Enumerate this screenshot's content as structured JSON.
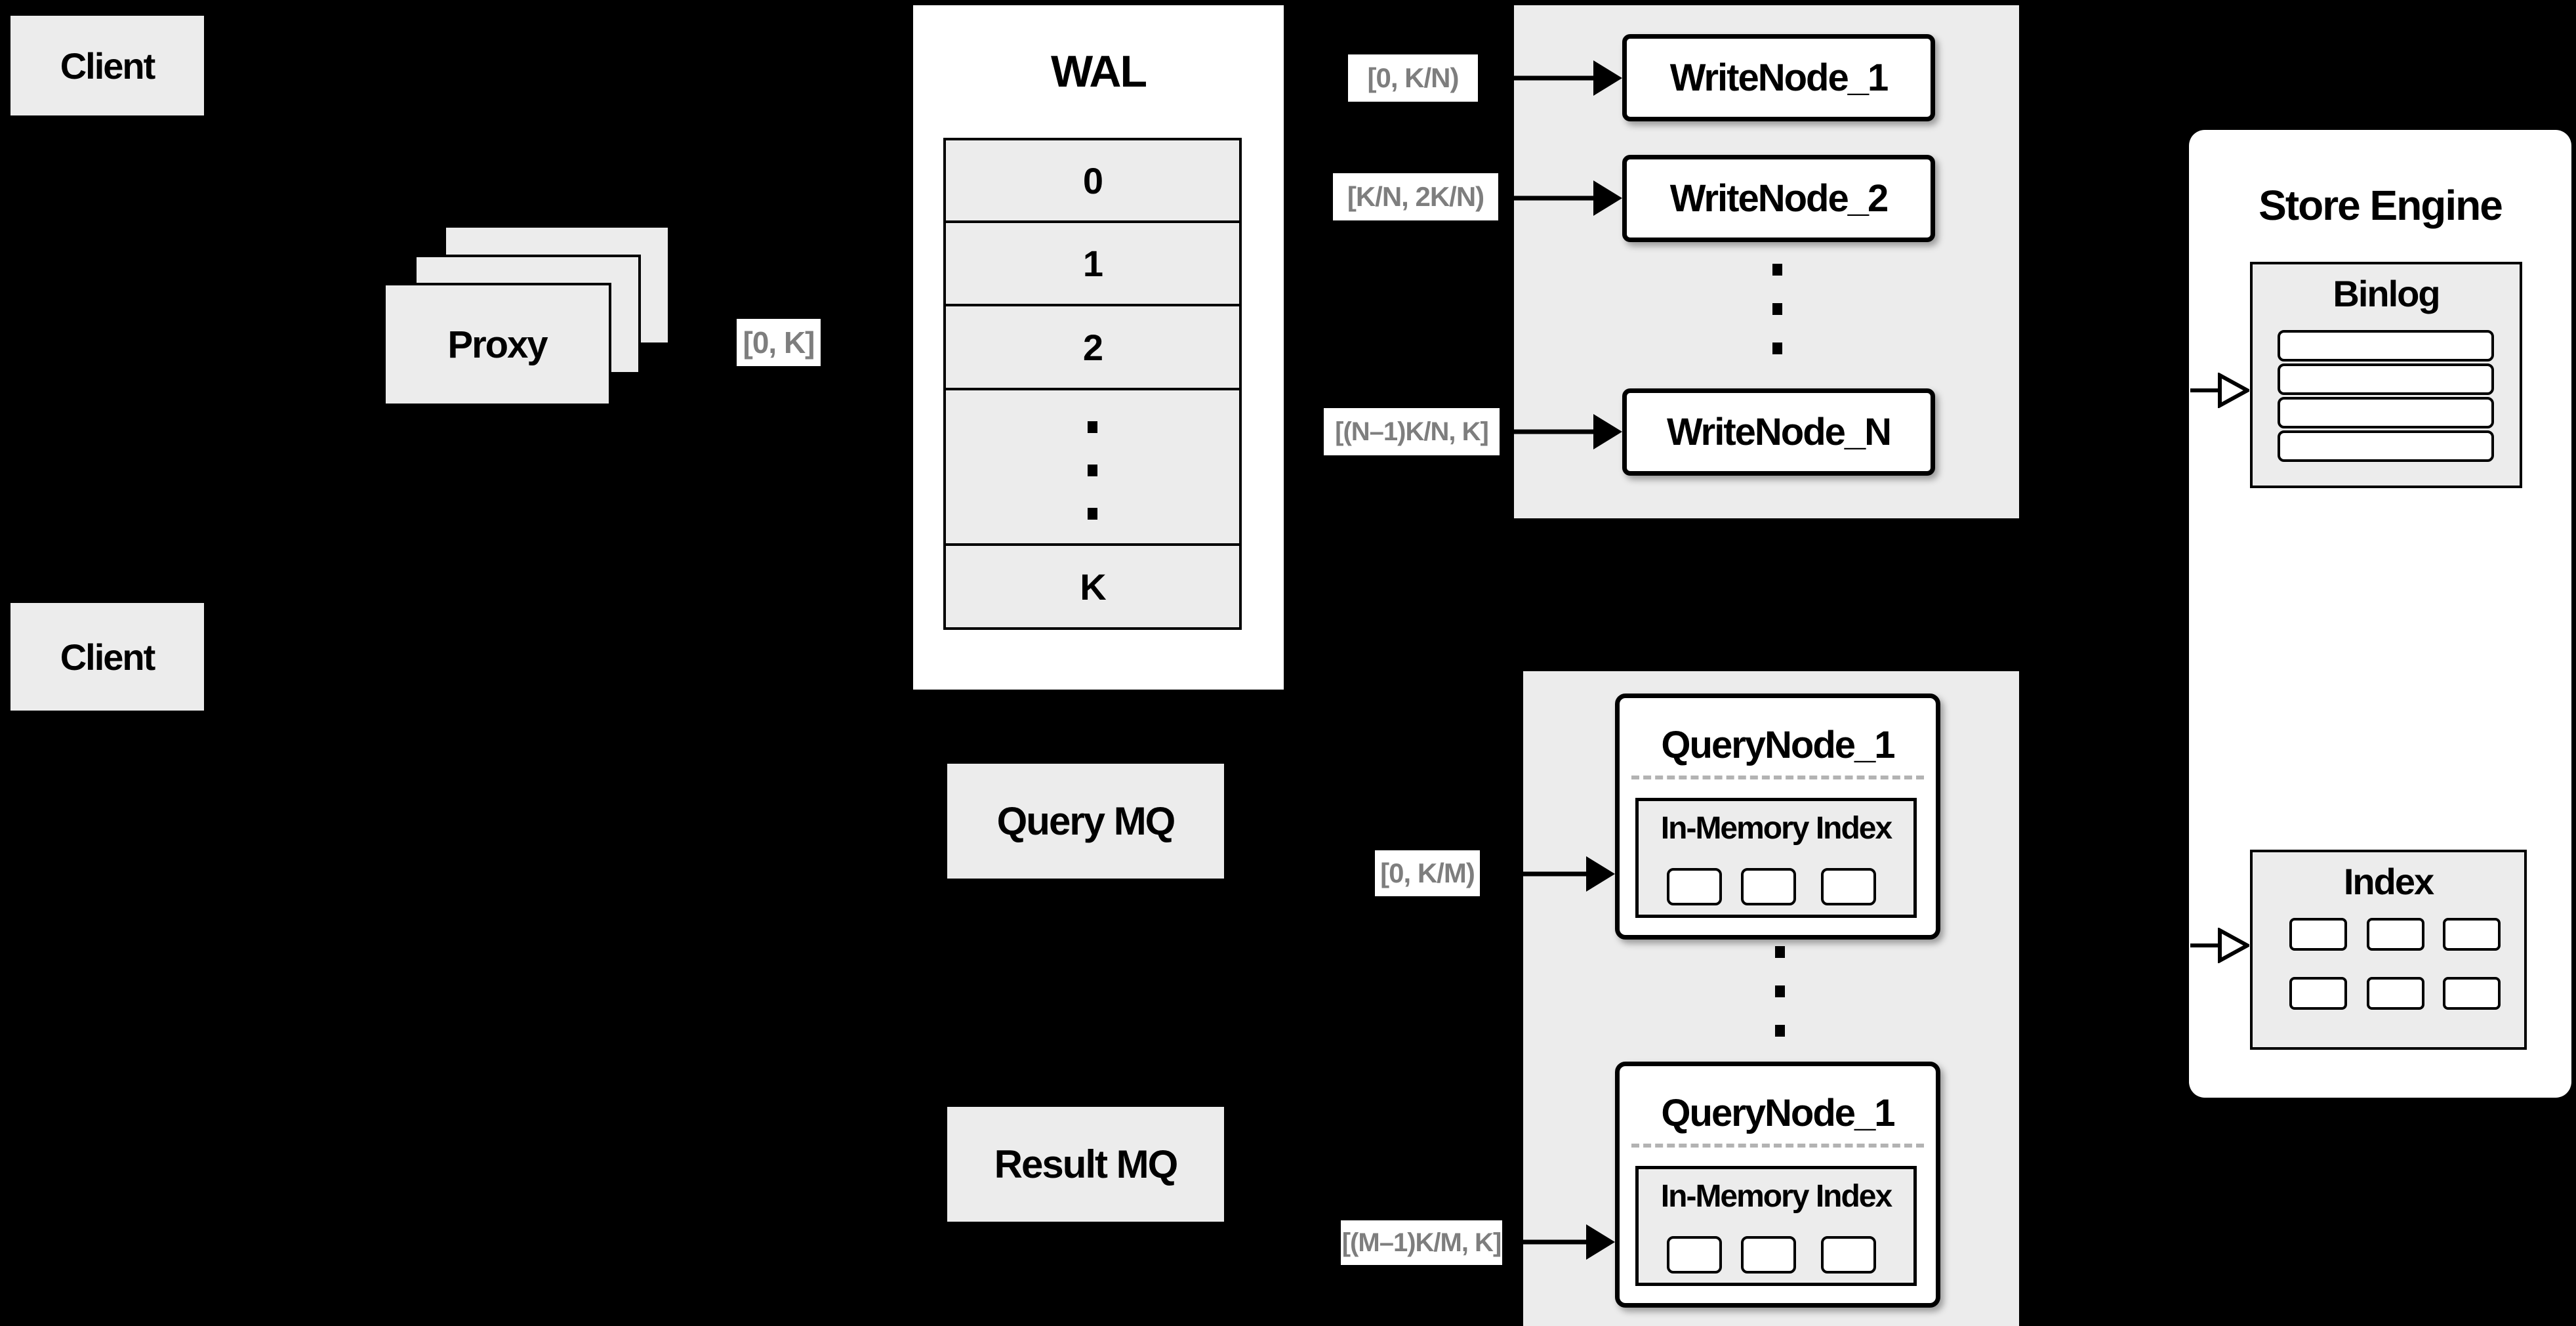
{
  "colors": {
    "background": "#000000",
    "panel_gray": "#ececec",
    "box_white": "#ffffff",
    "border_black": "#000000",
    "range_label_text": "#7e7e7e",
    "dash_divider": "#b3b3b3"
  },
  "clients": {
    "top_label": "Client",
    "bottom_label": "Client"
  },
  "proxy": {
    "label": "Proxy"
  },
  "wal": {
    "title": "WAL",
    "segments": [
      "0",
      "1",
      "2"
    ],
    "last_segment": "K"
  },
  "range_labels": {
    "proxy_to_wal": "[0, K]",
    "wal_to_writenode_1": "[0, K/N)",
    "wal_to_writenode_2": "[K/N, 2K/N)",
    "wal_to_writenode_n": "[(N–1)K/N, K]",
    "querymq_to_querynode_1": "[0, K/M)",
    "querymq_to_querynode_m": "[(M–1)K/M, K]"
  },
  "write_nodes": {
    "node_1": "WriteNode_1",
    "node_2": "WriteNode_2",
    "node_n": "WriteNode_N"
  },
  "message_queues": {
    "query_mq": "Query MQ",
    "result_mq": "Result MQ"
  },
  "query_nodes": {
    "node_1": {
      "title": "QueryNode_1",
      "in_memory_index": "In-Memory Index"
    },
    "node_2": {
      "title": "QueryNode_1",
      "in_memory_index": "In-Memory Index"
    }
  },
  "store_engine": {
    "title": "Store Engine",
    "binlog_title": "Binlog",
    "index_title": "Index"
  }
}
